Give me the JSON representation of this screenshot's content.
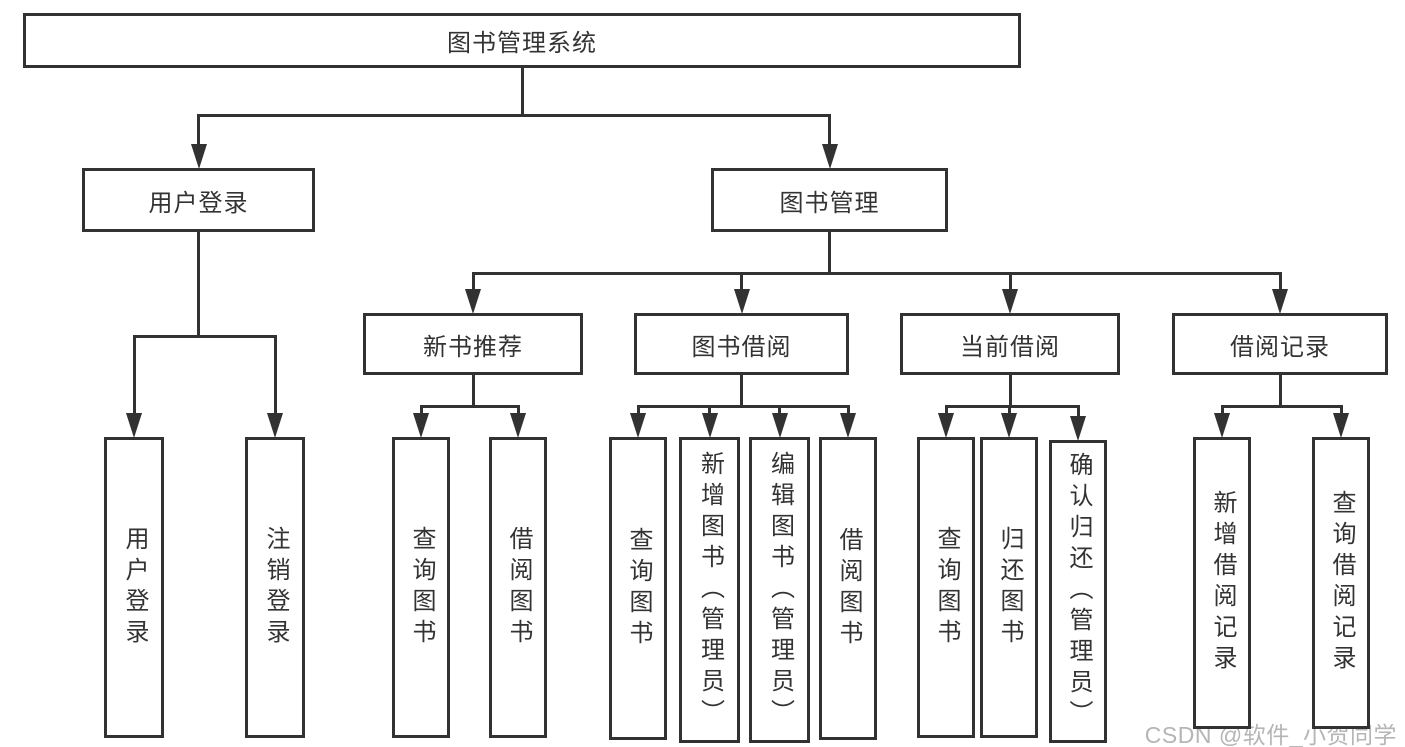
{
  "diagram": {
    "title": "图书管理系统",
    "watermark": "CSDN @软件_小贺同学",
    "colors": {
      "stroke": "#323232",
      "text": "#333333",
      "watermark": "#b5b5b5",
      "background": "#ffffff"
    }
  },
  "tree": {
    "id": "root",
    "label": "图书管理系统",
    "children": [
      {
        "id": "user-login",
        "label": "用户登录",
        "children": [
          {
            "id": "user-login-leaf",
            "label": "用户登录"
          },
          {
            "id": "logout-leaf",
            "label": "注销登录"
          }
        ]
      },
      {
        "id": "book-mgmt",
        "label": "图书管理",
        "children": [
          {
            "id": "new-book-rec",
            "label": "新书推荐",
            "children": [
              {
                "id": "nb-query-books",
                "label": "查询图书"
              },
              {
                "id": "nb-borrow-books",
                "label": "借阅图书"
              }
            ]
          },
          {
            "id": "book-borrow",
            "label": "图书借阅",
            "children": [
              {
                "id": "bb-query-books",
                "label": "查询图书"
              },
              {
                "id": "bb-add-books-admin",
                "label": "新增图书（管理员）"
              },
              {
                "id": "bb-edit-books-admin",
                "label": "编辑图书（管理员）"
              },
              {
                "id": "bb-borrow-books",
                "label": "借阅图书"
              }
            ]
          },
          {
            "id": "current-borrow",
            "label": "当前借阅",
            "children": [
              {
                "id": "cb-query-books",
                "label": "查询图书"
              },
              {
                "id": "cb-return-books",
                "label": "归还图书"
              },
              {
                "id": "cb-confirm-return-admin",
                "label": "确认归还（管理员）"
              }
            ]
          },
          {
            "id": "borrow-records",
            "label": "借阅记录",
            "children": [
              {
                "id": "br-add-record",
                "label": "新增借阅记录"
              },
              {
                "id": "br-query-record",
                "label": "查询借阅记录"
              }
            ]
          }
        ]
      }
    ]
  }
}
